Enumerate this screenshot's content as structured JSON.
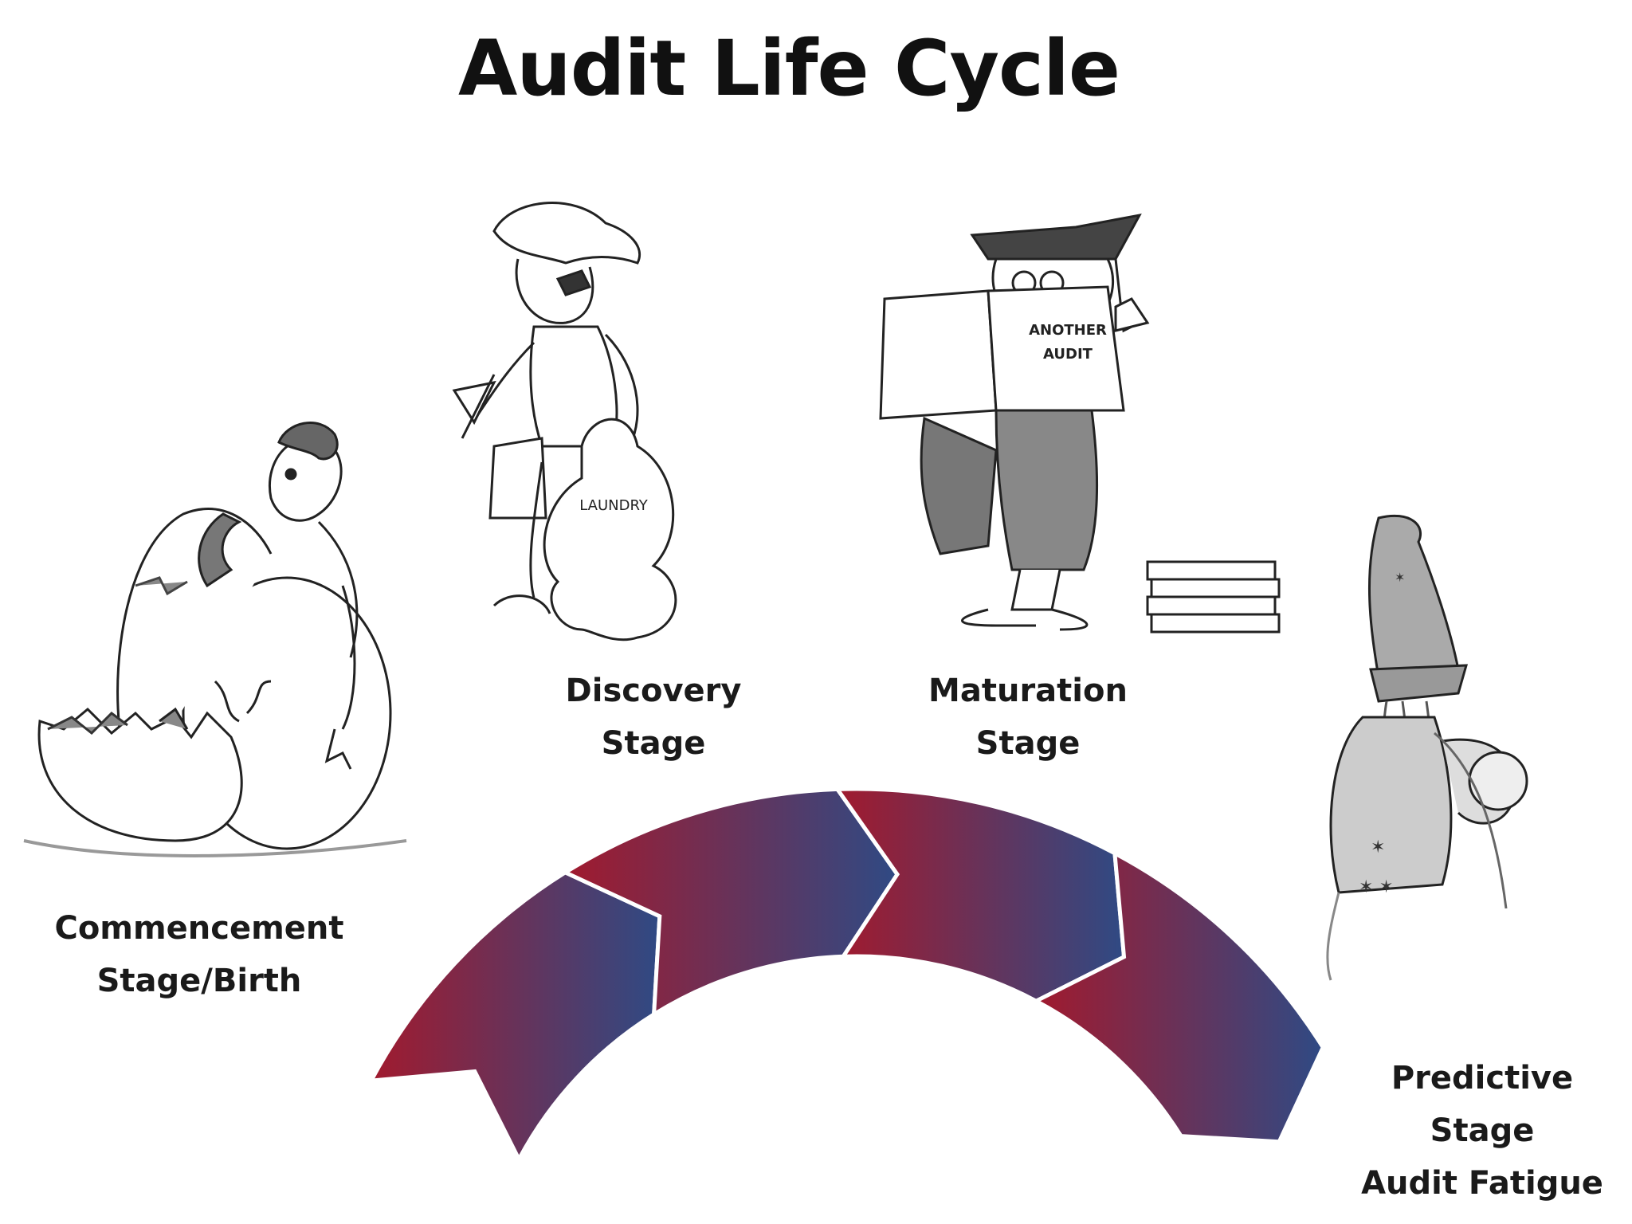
{
  "title": "Audit Life Cycle",
  "stages": [
    {
      "id": "commencement",
      "lines": [
        "Commencement",
        "Stage/Birth"
      ],
      "illustration": "hatching-egg-icon"
    },
    {
      "id": "discovery",
      "lines": [
        "Discovery",
        "Stage"
      ],
      "illustration": "traveler-with-laundry-icon"
    },
    {
      "id": "maturation",
      "lines": [
        "Maturation",
        "Stage"
      ],
      "illustration": "graduate-reading-icon"
    },
    {
      "id": "predictive",
      "lines": [
        "Predictive",
        "Stage",
        "Audit Fatigue"
      ],
      "illustration": "wizard-icon"
    }
  ],
  "illustration_texts": {
    "laundry_bag": "LAUNDRY",
    "paper": [
      "ANOTHER",
      "AUDIT"
    ]
  },
  "colors": {
    "arrow_red": "#a11a2e",
    "arrow_blue": "#2f4a84",
    "text": "#1a1a1a",
    "ink": "#222222"
  }
}
